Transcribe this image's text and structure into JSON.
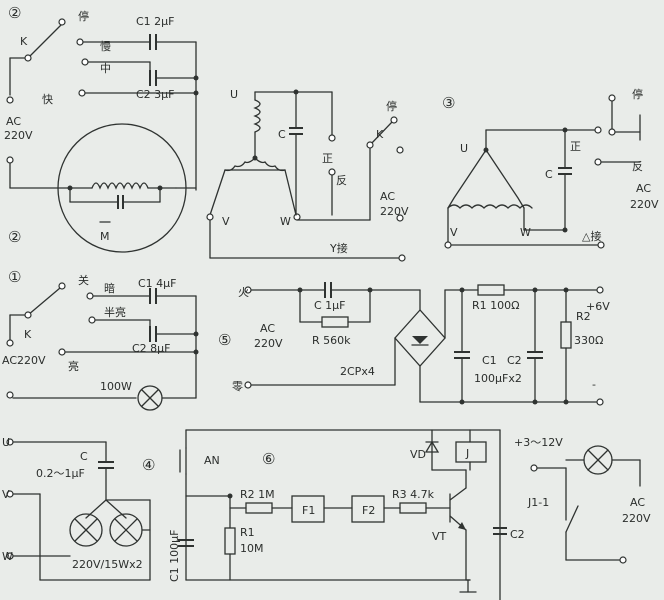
{
  "colors": {
    "paper": "#e9ece9",
    "ink": "#2f3331"
  },
  "circuit1": {
    "number": "①",
    "off": "关",
    "dim": "暗",
    "half": "半亮",
    "bright": "亮",
    "switch": "K",
    "supply": "AC220V",
    "c1": "C1  4μF",
    "c2": "C2   8μF",
    "lamp": "100W"
  },
  "circuit2": {
    "number": "②",
    "stop": "停",
    "slow": "慢",
    "mid": "中",
    "fast": "快",
    "switch": "K",
    "ac": "AC",
    "voltage": "220V",
    "c1": "C1  2μF",
    "c2": "C2    3μF",
    "motor": "M"
  },
  "circuit3": {
    "u": "U",
    "v": "V",
    "w": "W",
    "c": "C",
    "fwd": "正",
    "rev": "反",
    "stop": "停",
    "switch": "K",
    "ac": "AC",
    "voltage": "220V",
    "conn": "Y接"
  },
  "circuit3b": {
    "number": "③",
    "u": "U",
    "v": "V",
    "w": "W",
    "c": "C",
    "stop": "停",
    "fwd": "正",
    "rev": "反",
    "ac": "AC",
    "voltage": "220V",
    "conn": "△接"
  },
  "circuit4": {
    "number": "④",
    "u": "U",
    "v": "V",
    "w": "W",
    "c": "C",
    "c_value": "0.2～1μF",
    "lamps": "220V/15Wx2"
  },
  "circuit5": {
    "number": "⑤",
    "live": "火",
    "neutral": "零",
    "ac": "AC",
    "voltage": "220V",
    "c": "C  1μF",
    "r": "R  560k",
    "diodes": "2CPx4",
    "r1": "R1  100Ω",
    "c1": "C1",
    "c2": "C2",
    "c_value": "100μFx2",
    "r2": "R2",
    "r2_value": "330Ω",
    "pos": "+6V",
    "neg": "-"
  },
  "circuit6": {
    "number": "⑥",
    "button": "AN",
    "r2": "R2  1M",
    "r1": "R1",
    "r1_value": "10M",
    "c1": "C1 100μF",
    "f1": "F1",
    "f2": "F2",
    "r3": "R3  4.7k",
    "vt": "VT",
    "vd": "VD",
    "relay": "J",
    "supply": "+3～12V",
    "contact": "J1-1",
    "c2": "C2",
    "ac": "AC",
    "voltage": "220V"
  }
}
